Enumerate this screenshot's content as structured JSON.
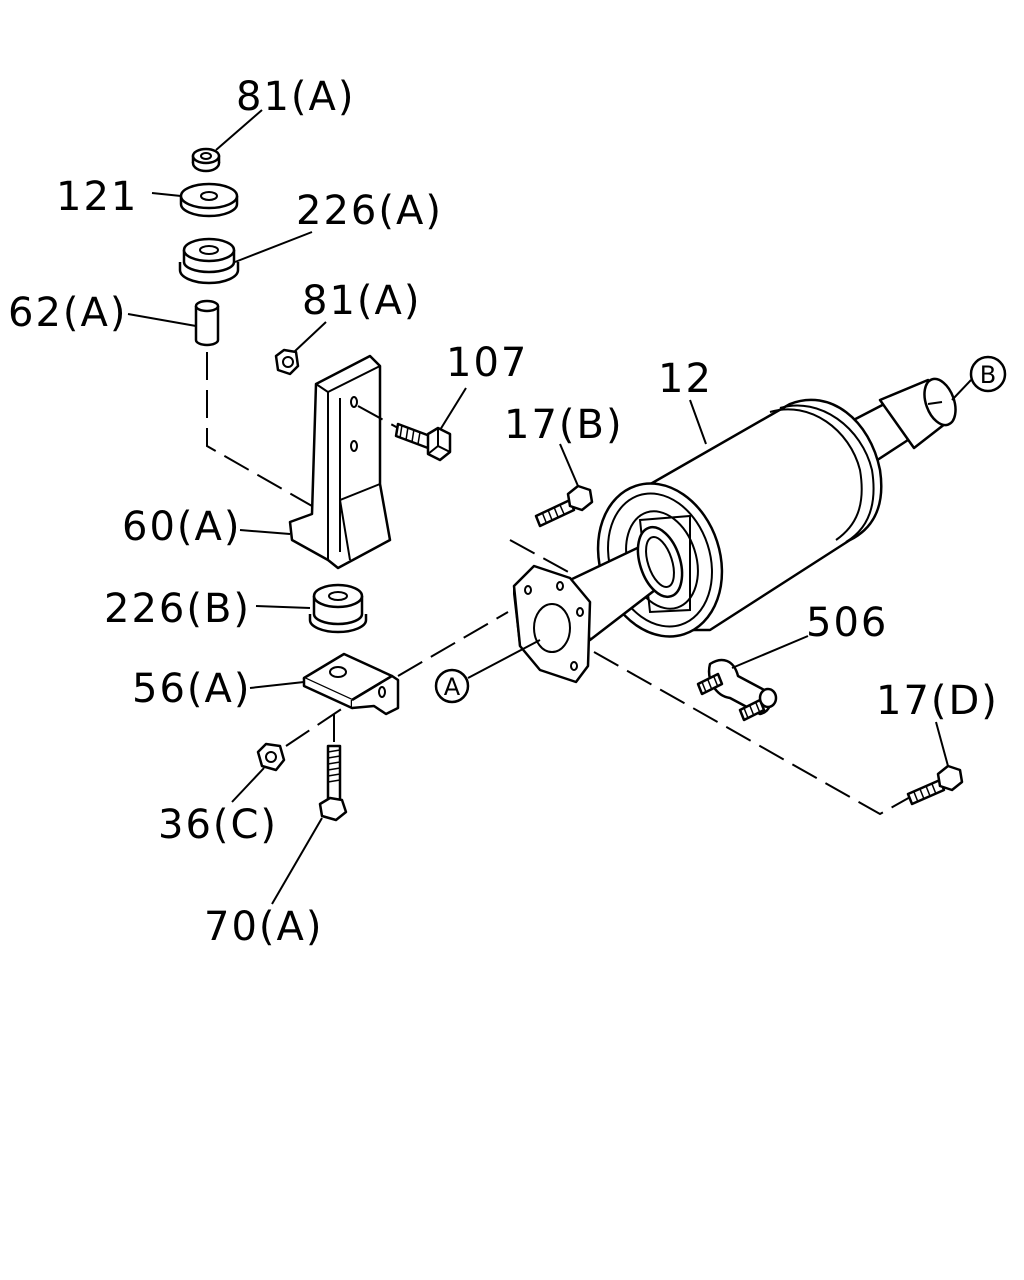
{
  "callouts": {
    "nut_81a_top": "81(A)",
    "washer_121": "121",
    "rubber_226a": "226(A)",
    "collar_62a": "62(A)",
    "nut_81a_mid": "81(A)",
    "bolt_107": "107",
    "muffler_12": "12",
    "ref_b": "B",
    "bolt_17b": "17(B)",
    "bracket_60a": "60(A)",
    "rubber_226b": "226(B)",
    "bracket_56a": "56(A)",
    "ref_a": "A",
    "stud_506": "506",
    "bolt_17d": "17(D)",
    "nut_36c": "36(C)",
    "bolt_70a": "70(A)"
  }
}
